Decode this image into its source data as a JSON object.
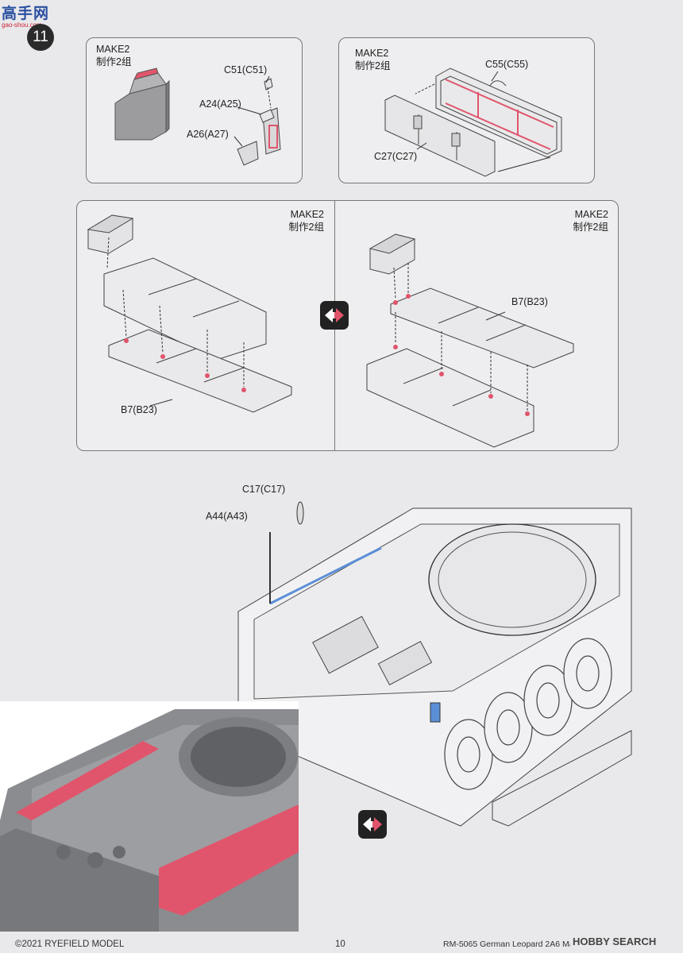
{
  "header": {
    "logo_text": "高手网",
    "logo_sub": "gao-shou.com",
    "step_number": "11"
  },
  "panel_a": {
    "make": "MAKE2",
    "make_cn": "制作2组",
    "parts": [
      "C51(C51)",
      "A24(A25)",
      "A26(A27)"
    ]
  },
  "panel_b": {
    "make": "MAKE2",
    "make_cn": "制作2组",
    "parts": [
      "C55(C55)",
      "C27(C27)"
    ]
  },
  "panel_c": {
    "make": "MAKE2",
    "make_cn": "制作2组",
    "parts": [
      "B7(B23)"
    ]
  },
  "panel_d": {
    "make": "MAKE2",
    "make_cn": "制作2组",
    "parts": [
      "B7(B23)"
    ]
  },
  "main": {
    "parts": [
      "C17(C17)",
      "A44(A43)"
    ]
  },
  "footer": {
    "copyright": "©2021 RYEFIELD MODEL",
    "page": "10",
    "product": "RM-5065 German Leopard 2A6 Main Battle Tank",
    "watermark": "HOBBY SEARCH"
  },
  "colors": {
    "accent_red": "#e0556b",
    "accent_blue": "#5a8fd6",
    "panel_border": "#777777",
    "icon_dark": "#222222"
  }
}
